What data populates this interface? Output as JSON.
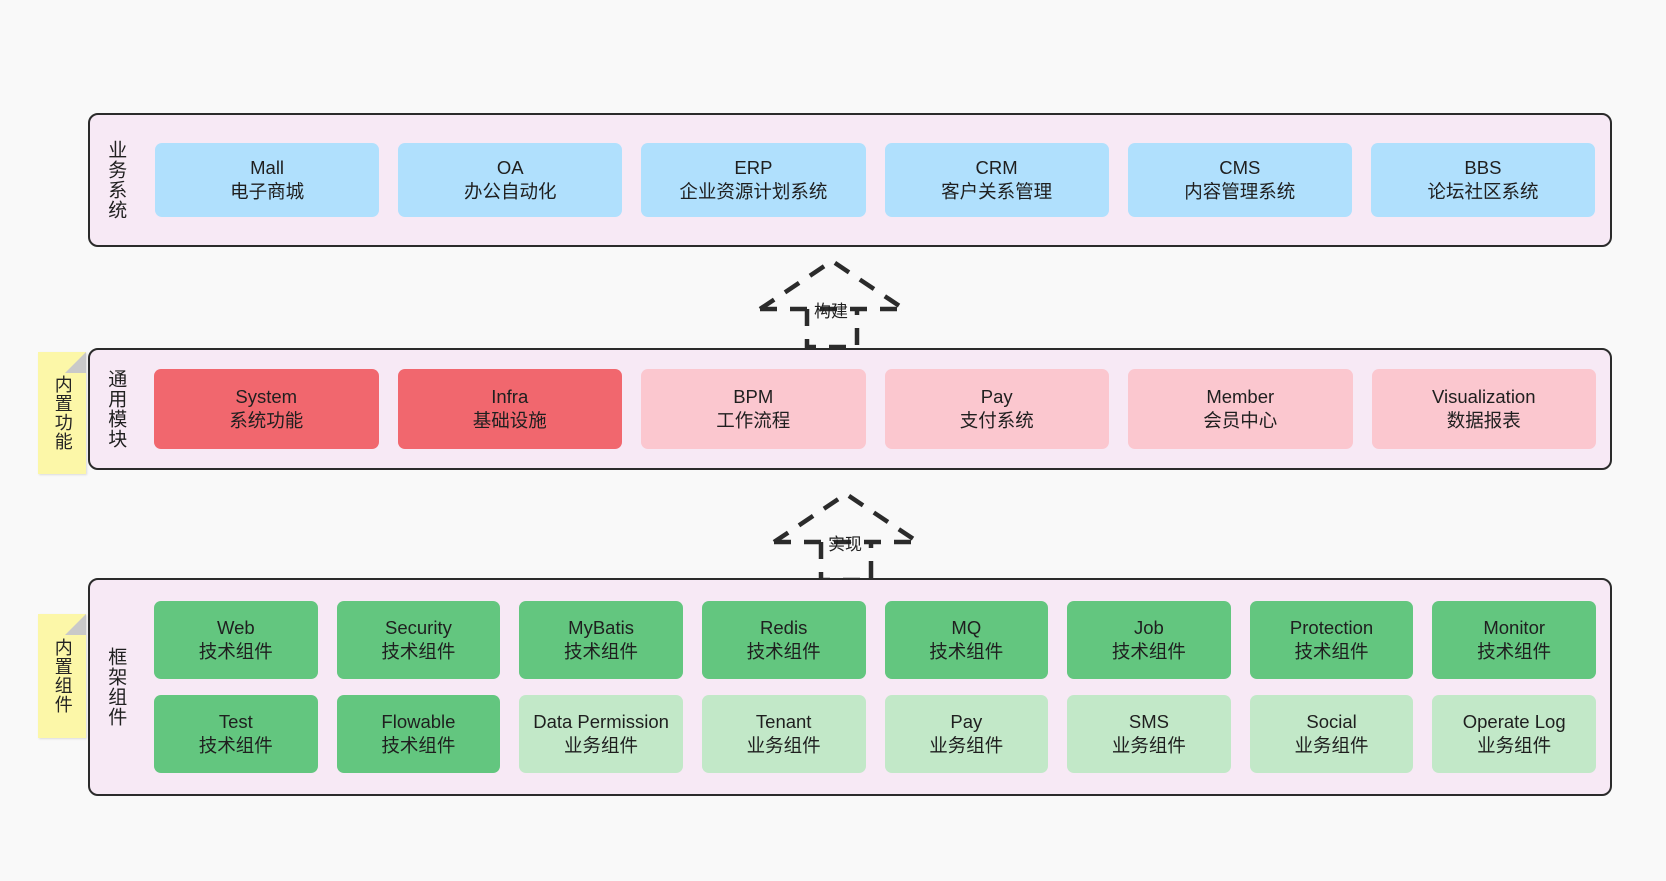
{
  "diagram": {
    "title": "系统架构分层图",
    "colors": {
      "canvas": "#f9f9f9",
      "layer_panel": "#f7e9f5",
      "layer_border": "#2b2b2b",
      "business_card": "#b0e0fd",
      "core_module_card": "#f1676e",
      "module_card": "#fbc7cf",
      "tech_component_card": "#63c67f",
      "biz_component_card": "#c2e8c8",
      "sticky_note": "#fcf7a8",
      "sticky_fold": "#c9c9c9"
    }
  },
  "layers": [
    {
      "id": "business",
      "title": "业务系统",
      "sticky": null,
      "rows": [
        {
          "style": "blue",
          "cards": [
            {
              "name": "Mall",
              "desc": "电子商城"
            },
            {
              "name": "OA",
              "desc": "办公自动化"
            },
            {
              "name": "ERP",
              "desc": "企业资源计划系统"
            },
            {
              "name": "CRM",
              "desc": "客户关系管理"
            },
            {
              "name": "CMS",
              "desc": "内容管理系统"
            },
            {
              "name": "BBS",
              "desc": "论坛社区系统"
            }
          ]
        }
      ]
    },
    {
      "id": "common",
      "title": "通用模块",
      "sticky": "内置功能",
      "rows": [
        {
          "style": "mixed",
          "cards": [
            {
              "name": "System",
              "desc": "系统功能",
              "style": "red"
            },
            {
              "name": "Infra",
              "desc": "基础设施",
              "style": "red"
            },
            {
              "name": "BPM",
              "desc": "工作流程",
              "style": "pink"
            },
            {
              "name": "Pay",
              "desc": "支付系统",
              "style": "pink"
            },
            {
              "name": "Member",
              "desc": "会员中心",
              "style": "pink"
            },
            {
              "name": "Visualization",
              "desc": "数据报表",
              "style": "pink"
            }
          ]
        }
      ]
    },
    {
      "id": "framework",
      "title": "框架组件",
      "sticky": "内置组件",
      "rows": [
        {
          "style": "green",
          "cards": [
            {
              "name": "Web",
              "desc": "技术组件",
              "style": "green"
            },
            {
              "name": "Security",
              "desc": "技术组件",
              "style": "green"
            },
            {
              "name": "MyBatis",
              "desc": "技术组件",
              "style": "green"
            },
            {
              "name": "Redis",
              "desc": "技术组件",
              "style": "green"
            },
            {
              "name": "MQ",
              "desc": "技术组件",
              "style": "green"
            },
            {
              "name": "Job",
              "desc": "技术组件",
              "style": "green"
            },
            {
              "name": "Protection",
              "desc": "技术组件",
              "style": "green"
            },
            {
              "name": "Monitor",
              "desc": "技术组件",
              "style": "green"
            }
          ]
        },
        {
          "style": "mixed",
          "cards": [
            {
              "name": "Test",
              "desc": "技术组件",
              "style": "green"
            },
            {
              "name": "Flowable",
              "desc": "技术组件",
              "style": "green"
            },
            {
              "name": "Data Permission",
              "desc": "业务组件",
              "style": "lightgreen",
              "wrap": true
            },
            {
              "name": "Tenant",
              "desc": "业务组件",
              "style": "lightgreen"
            },
            {
              "name": "Pay",
              "desc": "业务组件",
              "style": "lightgreen"
            },
            {
              "name": "SMS",
              "desc": "业务组件",
              "style": "lightgreen"
            },
            {
              "name": "Social",
              "desc": "业务组件",
              "style": "lightgreen"
            },
            {
              "name": "Operate Log",
              "desc": "业务组件",
              "style": "lightgreen"
            }
          ]
        }
      ]
    }
  ],
  "connectors": [
    {
      "id": "build",
      "label": "构建",
      "from": "common",
      "to": "business"
    },
    {
      "id": "implement",
      "label": "实现",
      "from": "framework",
      "to": "common"
    }
  ]
}
